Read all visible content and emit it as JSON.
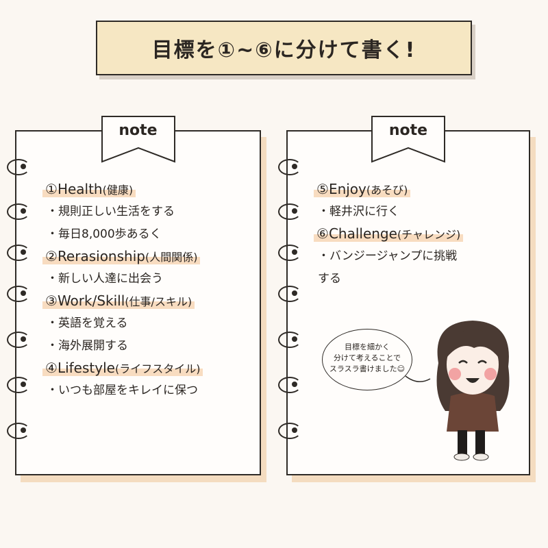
{
  "title": "目標を①~⑥に分けて書く!",
  "left_note": {
    "tab": "note",
    "goals": [
      {
        "num": "①",
        "name": "Health",
        "sub": "(健康)",
        "items": [
          "・規則正しい生活をする",
          "・毎日8,000歩あるく"
        ]
      },
      {
        "num": "②",
        "name": "Rerasionship",
        "sub": "(人間関係)",
        "items": [
          "・新しい人達に出会う"
        ]
      },
      {
        "num": "③",
        "name": "Work/Skill",
        "sub": "(仕事/スキル)",
        "items": [
          "・英語を覚える",
          "・海外展開する"
        ]
      },
      {
        "num": "④",
        "name": "Lifestyle",
        "sub": "(ライフスタイル)",
        "items": [
          "・いつも部屋をキレイに保つ"
        ]
      }
    ]
  },
  "right_note": {
    "tab": "note",
    "goals": [
      {
        "num": "⑤",
        "name": "Enjoy",
        "sub": "(あそび)",
        "items": [
          "・軽井沢に行く"
        ]
      },
      {
        "num": "⑥",
        "name": "Challenge",
        "sub": "(チャレンジ)",
        "items": [
          "・バンジージャンプに挑戦",
          "する"
        ]
      }
    ]
  },
  "speech_bubble": {
    "lines": [
      "目標を細かく",
      "分けて考えることで",
      "スラスラ書けました☺"
    ]
  },
  "colors": {
    "highlight": "#f8dcc0",
    "banner": "#f6e7c3",
    "shadow": "#f4dcc0",
    "ink": "#2e2a26"
  }
}
